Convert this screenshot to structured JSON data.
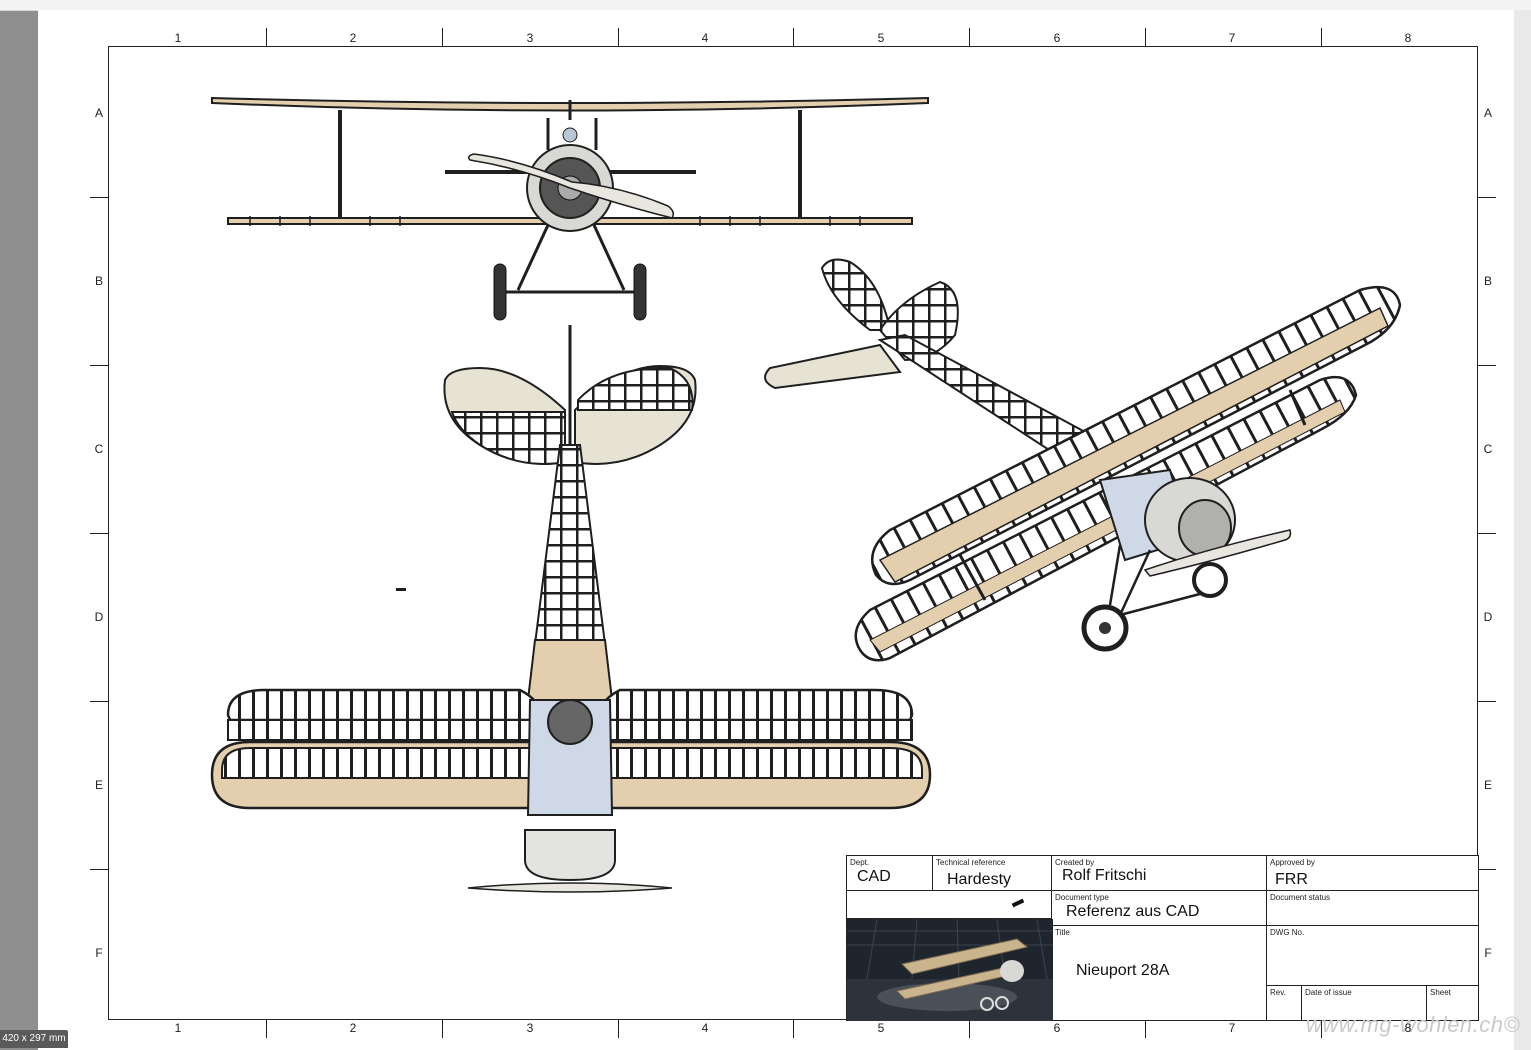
{
  "zones": {
    "columns": [
      "1",
      "2",
      "3",
      "4",
      "5",
      "6",
      "7",
      "8"
    ],
    "rows": [
      "A",
      "B",
      "C",
      "D",
      "E",
      "F"
    ]
  },
  "title_block": {
    "dept_caption": "Dept.",
    "dept_value": "CAD",
    "techref_caption": "Technical reference",
    "techref_value": "Hardesty",
    "created_caption": "Created by",
    "created_value": "Rolf Fritschi",
    "approved_caption": "Approved by",
    "approved_value": "FRR",
    "doctype_caption": "Document type",
    "doctype_value": "Referenz aus CAD",
    "docstatus_caption": "Document status",
    "title_caption": "Title",
    "title_value": "Nieuport 28A",
    "dwg_caption": "DWG No.",
    "rev_caption": "Rev.",
    "date_caption": "Date of issue",
    "sheet_caption": "Sheet"
  },
  "size_badge": "420 x 297 mm",
  "watermark": "www.mg-wohlen.ch©",
  "colors": {
    "balsa": "#e3cfae",
    "frame": "#1f1f1f",
    "fabric": "#e6e2d4",
    "cowl": "#d8d8d4",
    "fuselage_blue": "#cfd8e6"
  }
}
